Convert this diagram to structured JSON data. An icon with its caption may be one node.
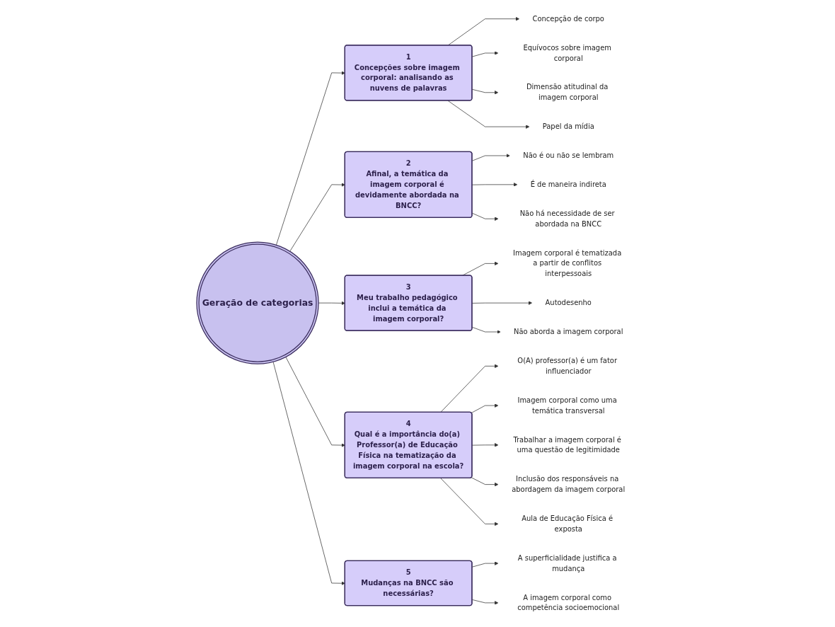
{
  "diagram": {
    "nodes": [
      {
        "text": [
          "Geração de categorias"
        ]
      },
      {
        "text": [
          "1",
          "Concepções sobre imagem corporal: analisando as nuvens de palavras"
        ]
      },
      {
        "text": [
          "2",
          "Afinal, a temática da imagem corporal é devidamente abordada na BNCC?"
        ]
      },
      {
        "text": [
          "3",
          "Meu trabalho pedagógico inclui a temática da imagem corporal?"
        ]
      },
      {
        "text": [
          "4",
          "Qual é a importância do(a) Professor(a) de Educação Física na tematização da imagem corporal na escola?"
        ]
      },
      {
        "text": [
          "5",
          "Mudanças na BNCC são necessárias?"
        ]
      },
      {
        "text": [
          "Concepção de corpo"
        ]
      },
      {
        "text": [
          "Equívocos sobre imagem corporal"
        ]
      },
      {
        "text": [
          "Dimensão atitudinal da imagem corporal"
        ]
      },
      {
        "text": [
          "Papel da mídia"
        ]
      },
      {
        "text": [
          "Não é ou não se lembram"
        ]
      },
      {
        "text": [
          "É de maneira indireta"
        ]
      },
      {
        "text": [
          "Não há necessidade de ser abordada na BNCC"
        ]
      },
      {
        "text": [
          "Imagem corporal é tematizada a partir de conflitos interpessoais"
        ]
      },
      {
        "text": [
          "Autodesenho"
        ]
      },
      {
        "text": [
          "Não aborda a imagem corporal"
        ]
      },
      {
        "text": [
          "O(A) professor(a) é um fator influenciador"
        ]
      },
      {
        "text": [
          "Imagem corporal como uma temática transversal"
        ]
      },
      {
        "text": [
          "Trabalhar a imagem corporal é uma questão de legitimidade"
        ]
      },
      {
        "text": [
          "Inclusão dos responsáveis na abordagem da imagem corporal"
        ]
      },
      {
        "text": [
          "Aula de Educação Física é exposta"
        ]
      },
      {
        "text": [
          "A superficialidade justifica a mudança"
        ]
      },
      {
        "text": [
          "A imagem corporal como competência socioemocional"
        ]
      }
    ],
    "edges": [
      {
        "from": 0,
        "to": 1,
        "arrow": "to"
      },
      {
        "from": 0,
        "to": 2,
        "arrow": "to"
      },
      {
        "from": 0,
        "to": 3,
        "arrow": "to"
      },
      {
        "from": 0,
        "to": 4,
        "arrow": "to"
      },
      {
        "from": 0,
        "to": 5,
        "arrow": "to"
      },
      {
        "from": 1,
        "to": 6,
        "arrow": "to"
      },
      {
        "from": 1,
        "to": 7,
        "arrow": "to"
      },
      {
        "from": 1,
        "to": 8,
        "arrow": "to"
      },
      {
        "from": 1,
        "to": 9,
        "arrow": "to"
      },
      {
        "from": 2,
        "to": 10,
        "arrow": "to"
      },
      {
        "from": 2,
        "to": 11,
        "arrow": "to"
      },
      {
        "from": 2,
        "to": 12,
        "arrow": "to"
      },
      {
        "from": 3,
        "to": 13,
        "arrow": "to"
      },
      {
        "from": 3,
        "to": 14,
        "arrow": "to"
      },
      {
        "from": 3,
        "to": 15,
        "arrow": "to"
      },
      {
        "from": 4,
        "to": 16,
        "arrow": "to"
      },
      {
        "from": 4,
        "to": 17,
        "arrow": "to"
      },
      {
        "from": 4,
        "to": 18,
        "arrow": "to"
      },
      {
        "from": 4,
        "to": 19,
        "arrow": "to"
      },
      {
        "from": 4,
        "to": 20,
        "arrow": "to"
      },
      {
        "from": 5,
        "to": 21,
        "arrow": "to"
      },
      {
        "from": 5,
        "to": 22,
        "arrow": "to"
      }
    ]
  }
}
